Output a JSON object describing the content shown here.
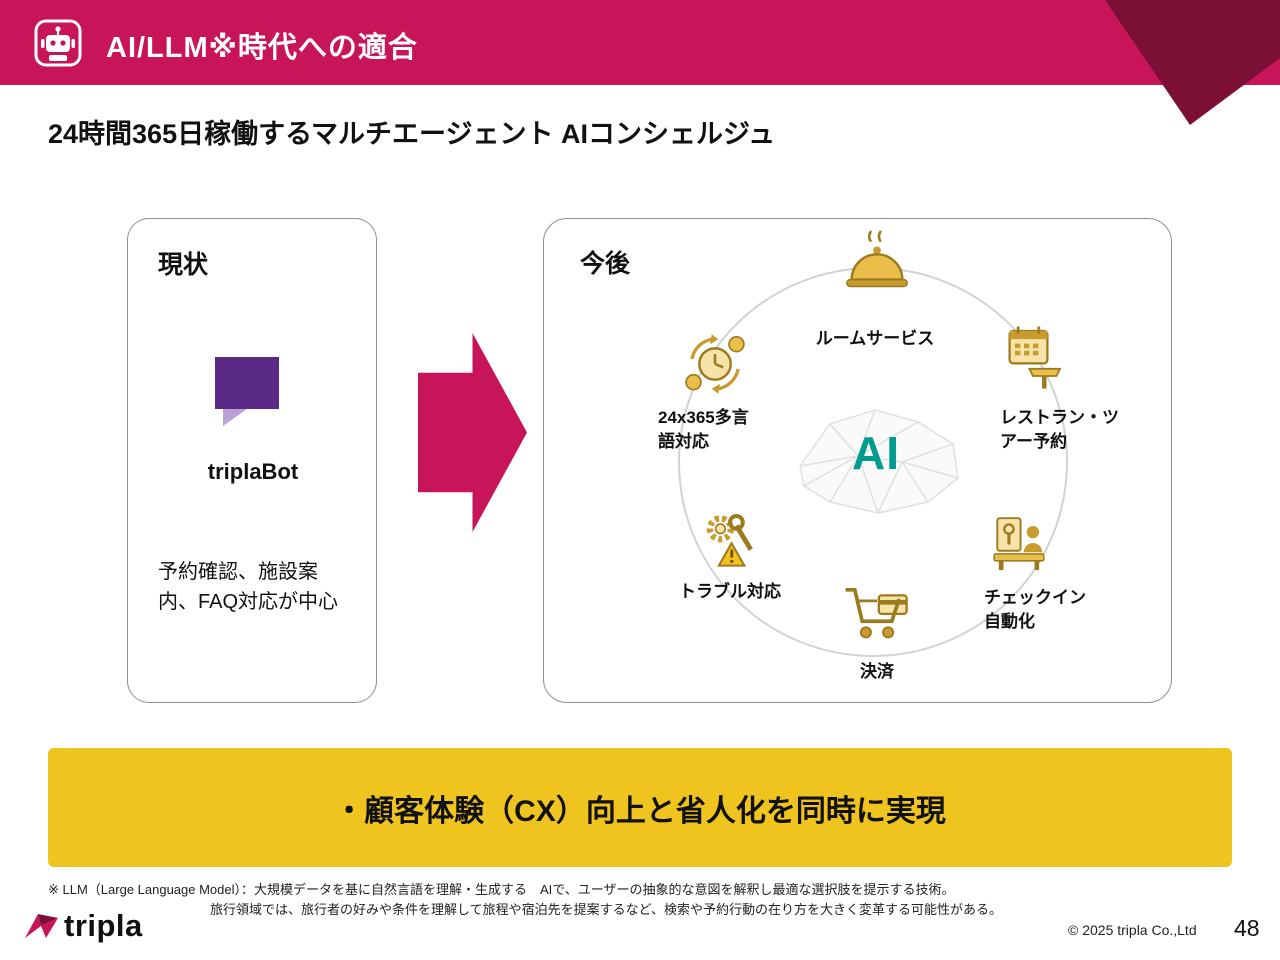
{
  "slide": {
    "header": {
      "title": "AI/LLM※時代への適合"
    },
    "heading": "24時間365日稼働するマルチエージェント AIコンシェルジュ",
    "current": {
      "title": "現状",
      "bot_name": "triplaBot",
      "description": "予約確認、施設案内、FAQ対応が中心"
    },
    "future": {
      "title": "今後",
      "center": "AI",
      "room_service": "ルームサービス",
      "multilingual_l1": "24x365多言",
      "multilingual_l2": "語対応",
      "restaurant_l1": "レストラン・ツ",
      "restaurant_l2": "アー予約",
      "trouble": "トラブル対応",
      "checkin_l1": "チェックイン",
      "checkin_l2": "自動化",
      "payment": "決済"
    },
    "banner": "・顧客体験（CX）向上と省人化を同時に実現",
    "footnote_line1": "※ LLM（Large Language Model）：大規模データを基に自然言語を理解・生成する　AIで、ユーザーの抽象的な意図を解釈し最適な選択肢を提示する技術。",
    "footnote_line2": "旅行領域では、旅行者の好みや条件を理解して旅程や宿泊先を提案するなど、検索や予約行動の在り方を大きく変革する可能性がある。",
    "footer": {
      "logo": "tripla",
      "copyright": "© 2025 tripla Co.,Ltd",
      "page": "48"
    }
  },
  "colors": {
    "accent": "#C8155A",
    "dark_accent": "#7C0F35",
    "banner_yellow": "#F0C41E",
    "bot_purple": "#5B2A86",
    "bot_lavender": "#B9A3D6",
    "ai_teal": "#009B8F",
    "icon_gold": "#C99B2E",
    "icon_gold_dark": "#9C7A1E",
    "icon_gold_light": "#F6E3A8"
  }
}
